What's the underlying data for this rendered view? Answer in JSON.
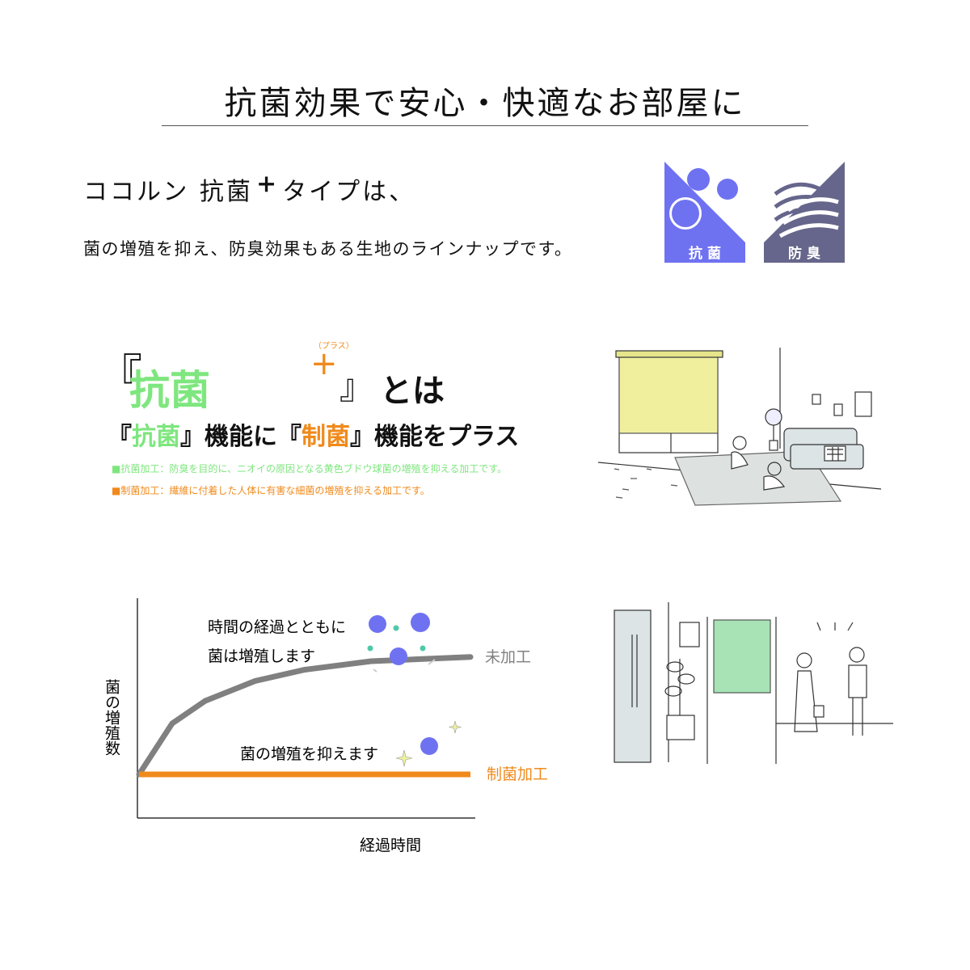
{
  "title": "抗菌効果で安心・快適なお部屋に",
  "intro": {
    "heading_pre": "ココルン 抗菌",
    "heading_plus": "+",
    "heading_post": "タイプは、",
    "body": "菌の増殖を抑え、防臭効果もある生地のラインナップです。"
  },
  "badges": [
    {
      "label": "抗 菌",
      "color": "#6f72f0",
      "icon": "bacteria-icon"
    },
    {
      "label": "防 臭",
      "color": "#66668c",
      "icon": "deodorize-wave-icon"
    }
  ],
  "what_is": {
    "bracket_open": "『",
    "kanji": "抗菌",
    "plus": "+",
    "ruby": "（プラス）",
    "bracket_close": "』",
    "suffix": "とは"
  },
  "function_line": {
    "p1": "『",
    "antibac": "抗菌",
    "p2": "』機能に『",
    "steri": "制菌",
    "p3": "』機能をプラス"
  },
  "notes": {
    "antibac": "■抗菌加工：防臭を目的に、ニオイの原因となる黄色ブドウ球菌の増殖を抑える加工です。",
    "steri": "■制菌加工：繊維に付着した人体に有害な細菌の増殖を抑える加工です。"
  },
  "colors": {
    "antibac_green": "#7ee67e",
    "steri_orange": "#f08a1c",
    "untreated_gray": "#808080",
    "bacteria_blue": "#6f72f0"
  },
  "chart_data": {
    "type": "line",
    "ylabel": "菌の増殖数",
    "xlabel": "経過時間",
    "annotations": [
      "時間の経過とともに",
      "菌は増殖します",
      "菌の増殖を抑えます"
    ],
    "series": [
      {
        "name": "未加工",
        "color": "#808080",
        "x": [
          0,
          0.1,
          0.2,
          0.35,
          0.5,
          0.7,
          1.0
        ],
        "y": [
          0.0,
          0.36,
          0.52,
          0.66,
          0.74,
          0.8,
          0.83
        ]
      },
      {
        "name": "制菌加工",
        "color": "#f08a1c",
        "x": [
          0,
          1.0
        ],
        "y": [
          0.0,
          0.0
        ]
      }
    ]
  }
}
